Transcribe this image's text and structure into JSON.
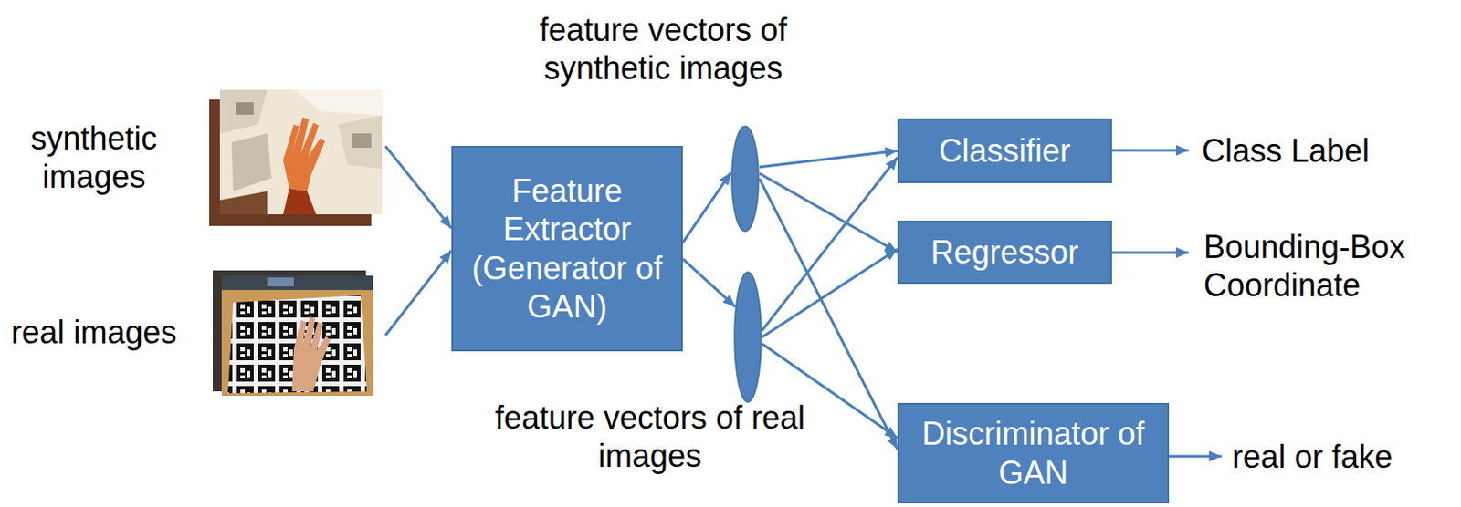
{
  "diagram": {
    "nodes": [
      {
        "text": [
          "synthetic images"
        ]
      },
      {
        "text": [
          "real images"
        ]
      },
      {
        "text": [
          "Feature Extractor (Generator of GAN)"
        ]
      },
      {
        "text": [
          "feature vectors of synthetic images"
        ]
      },
      {
        "text": [
          "feature vectors of real images"
        ]
      },
      {
        "text": [
          "Classifier"
        ]
      },
      {
        "text": [
          "Regressor"
        ]
      },
      {
        "text": [
          "Discriminator of GAN"
        ]
      }
    ],
    "edges": [
      {
        "from": 0,
        "to": 2,
        "arrow": "to"
      },
      {
        "from": 1,
        "to": 2,
        "arrow": "to"
      },
      {
        "from": 2,
        "to": 3,
        "arrow": "to"
      },
      {
        "from": 2,
        "to": 4,
        "arrow": "to"
      },
      {
        "from": 3,
        "to": 5,
        "arrow": "to"
      },
      {
        "from": 3,
        "to": 6,
        "arrow": "to"
      },
      {
        "from": 3,
        "to": 7,
        "arrow": "to"
      },
      {
        "from": 4,
        "to": 5,
        "arrow": "to"
      },
      {
        "from": 4,
        "to": 6,
        "arrow": "to"
      },
      {
        "from": 4,
        "to": 7,
        "arrow": "to"
      }
    ],
    "labels": [
      "Class Label",
      "Bounding-Box Coordinate",
      "real or fake"
    ]
  }
}
